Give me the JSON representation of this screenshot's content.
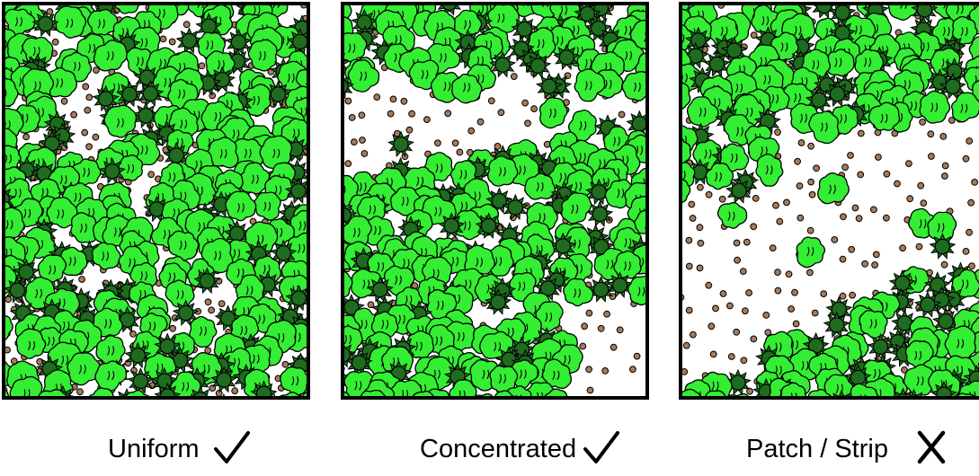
{
  "colors": {
    "light_plant": "#33ee33",
    "dark_plant": "#1f6b1f",
    "seed": "#a57b5a",
    "outline": "#000000",
    "background": "#ffffff"
  },
  "panels": [
    {
      "label": "Uniform",
      "mark": "check-icon",
      "pattern": "uniform"
    },
    {
      "label": "Concentrated",
      "mark": "check-icon",
      "pattern": "concentrated"
    },
    {
      "label": "Patch / Strip",
      "mark": "cross-icon",
      "pattern": "patch"
    }
  ]
}
